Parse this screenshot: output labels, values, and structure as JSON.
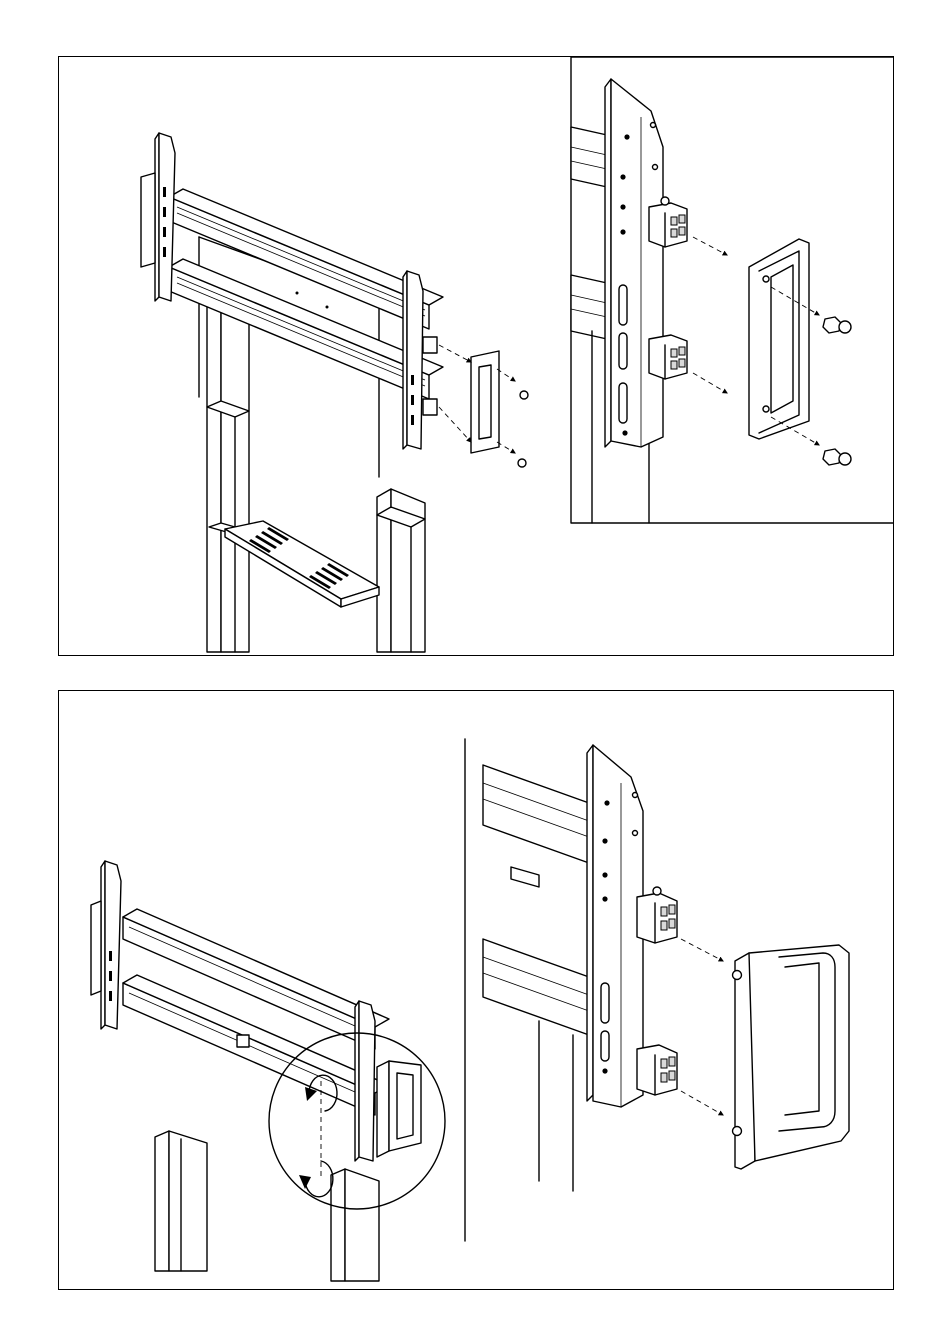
{
  "figure": {
    "panels": [
      {
        "id": "top",
        "content": "remove-handle-step",
        "detail_inset": true
      },
      {
        "id": "bottom",
        "content": "attach-handle-step",
        "rotation_arrows": 2,
        "detail_inset": true
      }
    ],
    "line_color": "#000000",
    "background": "#ffffff"
  }
}
